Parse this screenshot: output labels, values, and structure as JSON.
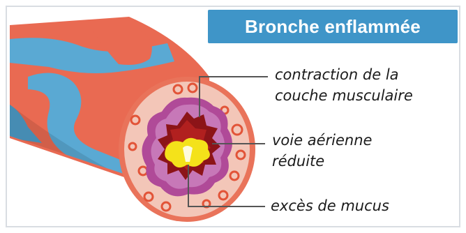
{
  "title": "Bronche enflammée",
  "labels": [
    {
      "line1": "contraction de la",
      "line2": "couche musculaire"
    },
    {
      "line1": "voie aérienne",
      "line2": "réduite"
    },
    {
      "line1": "excès de mucus"
    }
  ],
  "colors": {
    "title_background": "#3f95c8",
    "muscle_red": "#e8604a",
    "vessel_blue": "#5aa9d3",
    "tissue_pink": "#f3c6b8",
    "inflamed_purple": "#a0368c",
    "airway_dark_red": "#8c1418",
    "mucus_yellow": "#f4e21a"
  }
}
